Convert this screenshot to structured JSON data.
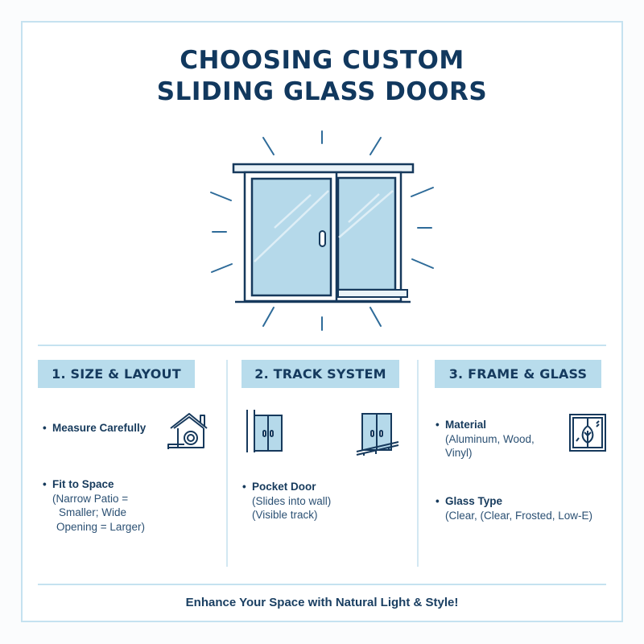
{
  "title": {
    "line1": "CHOOSING CUSTOM",
    "line2": "SLIDING GLASS DOORS"
  },
  "hero": {
    "icon": "sliding-glass-door-icon",
    "rays": 12
  },
  "columns": [
    {
      "header": "1. SIZE & LAYOUT",
      "items": [
        {
          "title": "Measure Carefully",
          "lines": [],
          "icon": "house-tape-measure-icon"
        },
        {
          "title": "Fit to Space",
          "lines": [
            "(Narrow Patio =",
            "Smaller; Wide",
            "Opening = Larger)"
          ]
        }
      ]
    },
    {
      "header": "2. TRACK SYSTEM",
      "icons": [
        "pocket-door-icon",
        "surface-track-door-icon"
      ],
      "items": [
        {
          "title": "Pocket Door",
          "lines": [
            "(Slides into wall)",
            "(Visible track)"
          ]
        }
      ]
    },
    {
      "header": "3. FRAME & GLASS",
      "items": [
        {
          "title": "Material",
          "lines": [
            "(Aluminum, Wood,",
            "Vinyl)"
          ],
          "icon": "window-leaf-icon"
        },
        {
          "title": "Glass Type",
          "lines": [
            "(Clear, (Clear, Frosted, Low-E)"
          ]
        }
      ]
    }
  ],
  "footer": {
    "tagline": "Enhance Your Space with Natural Light & Style!"
  },
  "colors": {
    "navy": "#11385e",
    "glass": "#b5d9ea",
    "header_band": "#b8dcec",
    "border": "#c5e2f0"
  }
}
